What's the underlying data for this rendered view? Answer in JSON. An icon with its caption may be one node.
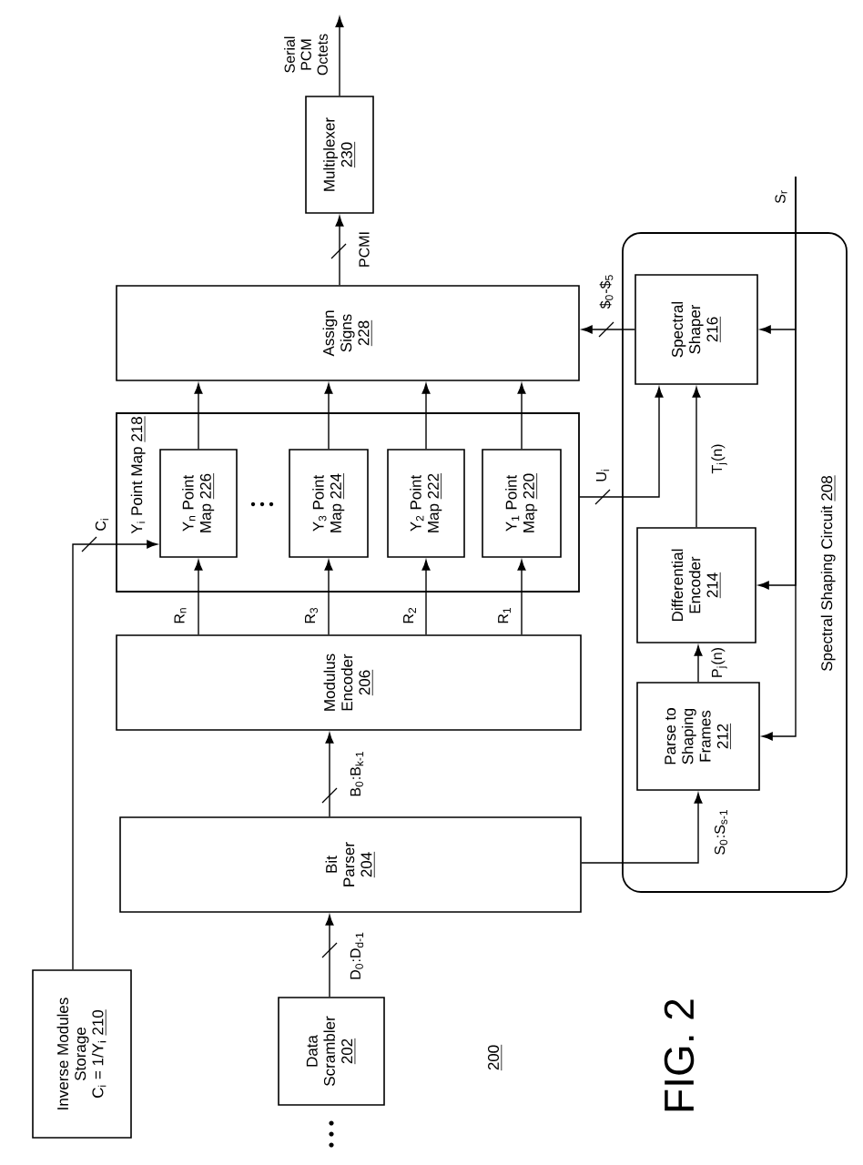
{
  "diagram": {
    "caption": "FIG. 2",
    "nodes": [
      {
        "text": [
          "Data Scrambler",
          "202"
        ]
      },
      {
        "text": [
          "Bit Parser",
          "204"
        ]
      },
      {
        "text": [
          "Modulus Encoder",
          "206"
        ]
      },
      {
        "text": [
          "Y$_{i}$ Point Map",
          "218"
        ]
      },
      {
        "text": [
          "Y$_{1}$ Point Map",
          "220"
        ],
        "in": 3
      },
      {
        "text": [
          "Y$_{2}$ Point Map",
          "222"
        ],
        "in": 3
      },
      {
        "text": [
          "Y$_{3}$ Point Map",
          "224"
        ],
        "in": 3
      },
      {
        "text": [
          "Y$_{n}$ Point Map",
          "226"
        ],
        "in": 3
      },
      {
        "text": [
          "Assign Signs",
          "228"
        ]
      },
      {
        "text": [
          "Multiplexer",
          "230"
        ]
      },
      {
        "text": [
          "Inverse Modules Storage",
          "C$_{i}$ = 1/Y$_{i}$",
          "210"
        ]
      },
      {
        "text": [
          "Spectral Shaping Circuit",
          "208"
        ]
      },
      {
        "text": [
          "Parse to Shaping Frames",
          "212"
        ],
        "in": 11
      },
      {
        "text": [
          "Differential Encoder",
          "214"
        ],
        "in": 11
      },
      {
        "text": [
          "Spectral Shaper",
          "216"
        ],
        "in": 11
      }
    ],
    "edges": [
      {
        "from": 0,
        "to": 1,
        "arrow": "to",
        "label": "D$_{0}$:D$_{d-1}$"
      },
      {
        "from": 1,
        "to": 2,
        "arrow": "to",
        "label": "B$_{0}$:B$_{k-1}$"
      },
      {
        "from": 2,
        "to": 7,
        "arrow": "to",
        "label": "R$_{n}$"
      },
      {
        "from": 2,
        "to": 6,
        "arrow": "to",
        "label": "R$_{3}$"
      },
      {
        "from": 2,
        "to": 5,
        "arrow": "to",
        "label": "R$_{2}$"
      },
      {
        "from": 2,
        "to": 4,
        "arrow": "to",
        "label": "R$_{1}$"
      },
      {
        "from": 7,
        "to": 8,
        "arrow": "to"
      },
      {
        "from": 6,
        "to": 8,
        "arrow": "to"
      },
      {
        "from": 5,
        "to": 8,
        "arrow": "to"
      },
      {
        "from": 4,
        "to": 8,
        "arrow": "to"
      },
      {
        "from": 8,
        "to": 9,
        "arrow": "to",
        "label": "PCMI"
      },
      {
        "from": 9,
        "to": null,
        "arrow": "to",
        "label": "Serial PCM Octets"
      },
      {
        "from": 10,
        "to": 7,
        "arrow": "to",
        "label": "C$_{i}$"
      },
      {
        "from": 3,
        "to": 14,
        "arrow": "to",
        "label": "U$_{i}$"
      },
      {
        "from": 14,
        "to": 8,
        "arrow": "to",
        "label": "$$_{0}$-$$_{5}$"
      },
      {
        "from": 1,
        "to": 12,
        "arrow": "to",
        "label": "S$_{0}$:S$_{s-1}$"
      },
      {
        "from": 12,
        "to": 13,
        "arrow": "to",
        "label": "P$_{j}$(n)"
      },
      {
        "from": 13,
        "to": 14,
        "arrow": "to",
        "label": "T$_{j}$(n)"
      },
      {
        "from": null,
        "to": 14,
        "arrow": "to",
        "label": "S$_{r}$"
      },
      {
        "from": null,
        "to": 13,
        "arrow": "to"
      },
      {
        "from": null,
        "to": 12,
        "arrow": "to"
      }
    ],
    "labels": [
      "200"
    ]
  }
}
